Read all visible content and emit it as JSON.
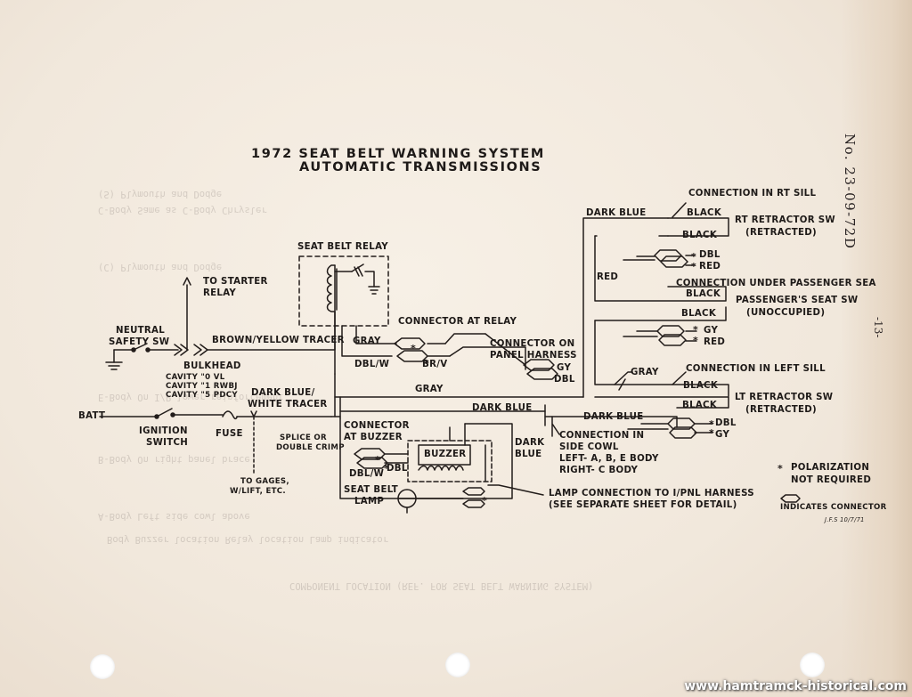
{
  "document": {
    "number": "No. 23-09-72D",
    "page": "-13-",
    "initials": "J.F.S 10/7/71",
    "watermark": "www.hamtramck-historical.com"
  },
  "title": {
    "line1": "1972   SEAT  BELT  WARNING  SYSTEM",
    "line2": "AUTOMATIC  TRANSMISSIONS"
  },
  "labels": {
    "seat_belt_relay": "SEAT BELT RELAY",
    "to_starter_1": "TO STARTER",
    "to_starter_2": "RELAY",
    "neutral_1": "NEUTRAL",
    "neutral_2": "SAFETY SW",
    "brown_yellow": "BROWN/YELLOW TRACER",
    "bulkhead": "BULKHEAD",
    "cavity_1": "CAVITY \"0 VL",
    "cavity_2": "CAVITY \"1 RWBJ",
    "cavity_3": "CAVITY \"5 PDCY",
    "gray_relay": "GRAY",
    "dbl_w_relay": "DBL/W",
    "br_v": "BR/V",
    "connector_at_relay": "CONNECTOR AT RELAY",
    "connector_on_panel_1": "CONNECTOR ON",
    "connector_on_panel_2": "PANEL HARNESS",
    "gy_panel": "GY",
    "dbl_panel": "DBL",
    "dark_blue_white_1": "DARK BLUE/",
    "dark_blue_white_2": "WHITE TRACER",
    "gray_main": "GRAY",
    "dark_blue_mid": "DARK BLUE",
    "batt": "BATT",
    "ignition_1": "IGNITION",
    "ignition_2": "SWITCH",
    "fuse": "FUSE",
    "splice_1": "SPLICE OR",
    "splice_2": "DOUBLE CRIMP",
    "to_gages_1": "TO GAGES,",
    "to_gages_2": "W/LIFT, ETC.",
    "connector_buzzer_1": "CONNECTOR",
    "connector_buzzer_2": "AT BUZZER",
    "dbl_w_buzzer": "DBL/W",
    "dbl_buzzer": "DBL",
    "buzzer": "BUZZER",
    "seat_belt_lamp_1": "SEAT BELT",
    "seat_belt_lamp_2": "LAMP",
    "dark_blue_vert_1": "DARK",
    "dark_blue_vert_2": "BLUE",
    "dark_blue_top": "DARK BLUE",
    "red_wire": "RED",
    "connection_rt_sill": "CONNECTION IN RT SILL",
    "black_1": "BLACK",
    "black_2": "BLACK",
    "rt_retractor_1": "RT RETRACTOR SW",
    "rt_retractor_2": "(RETRACTED)",
    "dbl_rt": "DBL",
    "red_rt": "RED",
    "connection_passenger": "CONNECTION UNDER PASSENGER SEA",
    "black_3": "BLACK",
    "passenger_seat_1": "PASSENGER'S SEAT SW",
    "passenger_seat_2": "(UNOCCUPIED)",
    "black_4": "BLACK",
    "gy_pass": "GY",
    "red_pass": "RED",
    "gray_lt": "GRAY",
    "connection_left_sill": "CONNECTION IN LEFT SILL",
    "black_5": "BLACK",
    "black_6": "BLACK",
    "lt_retractor_1": "LT RETRACTOR SW",
    "lt_retractor_2": "(RETRACTED)",
    "dark_blue_low": "DARK BLUE",
    "dbl_lt": "DBL",
    "gy_lt": "GY",
    "side_cowl_1": "CONNECTION IN",
    "side_cowl_2": "SIDE COWL",
    "side_cowl_3": "LEFT- A, B, E BODY",
    "side_cowl_4": "RIGHT- C BODY",
    "polarization_1": "POLARIZATION",
    "polarization_2": "NOT REQUIRED",
    "lamp_conn_1": "LAMP CONNECTION TO I/PNL HARNESS",
    "lamp_conn_2": "(SEE SEPARATE SHEET FOR DETAIL)",
    "indicates_connector": "INDICATES CONNECTOR"
  },
  "bleed_through": [
    "(S)            Plymouth and Dodge",
    "C-Body         Same as C-Body Chrysler",
    "(C)            Plymouth and Dodge",
    "E-Body         On I/P lower reinforcement",
    "B-Body         On right panel brace",
    "A-Body         Left side cowl above",
    "Body      Buzzer location      Relay location      Lamp indicator",
    "COMPONENT LOCATION (REF. FOR SEAT BELT WARNING SYSTEM)"
  ],
  "colors": {
    "paper": "#f3ebe0",
    "ink": "#1e1a18"
  }
}
